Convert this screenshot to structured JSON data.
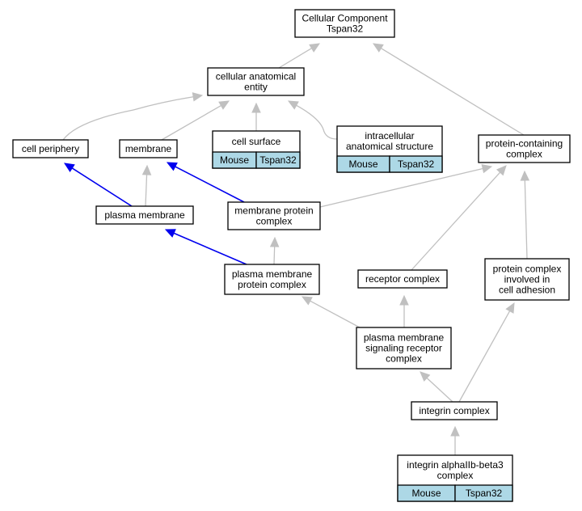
{
  "colors": {
    "node_border": "#000000",
    "annotation_fill": "#add8e6",
    "edge_is_a": "#c0c0c0",
    "edge_part_of": "#0000ee"
  },
  "nodes": {
    "cellular_component": {
      "lines": [
        "Cellular Component",
        "Tspan32"
      ]
    },
    "cellular_anatomical_entity": {
      "lines": [
        "cellular anatomical",
        "entity"
      ]
    },
    "cell_periphery": {
      "lines": [
        "cell periphery"
      ]
    },
    "membrane": {
      "lines": [
        "membrane"
      ]
    },
    "cell_surface": {
      "lines": [
        "cell surface"
      ],
      "annotation": {
        "species": "Mouse",
        "gene": "Tspan32"
      }
    },
    "intracellular_anatomical_structure": {
      "lines": [
        "intracellular",
        "anatomical structure"
      ],
      "annotation": {
        "species": "Mouse",
        "gene": "Tspan32"
      }
    },
    "protein_containing_complex": {
      "lines": [
        "protein-containing",
        "complex"
      ]
    },
    "plasma_membrane": {
      "lines": [
        "plasma membrane"
      ]
    },
    "membrane_protein_complex": {
      "lines": [
        "membrane protein",
        "complex"
      ]
    },
    "plasma_membrane_protein_complex": {
      "lines": [
        "plasma membrane",
        "protein complex"
      ]
    },
    "receptor_complex": {
      "lines": [
        "receptor complex"
      ]
    },
    "protein_complex_cell_adhesion": {
      "lines": [
        "protein complex",
        "involved in",
        "cell adhesion"
      ]
    },
    "plasma_membrane_signaling_receptor_complex": {
      "lines": [
        "plasma membrane",
        "signaling receptor",
        "complex"
      ]
    },
    "integrin_complex": {
      "lines": [
        "integrin complex"
      ]
    },
    "integrin_alphaIIb_beta3_complex": {
      "lines": [
        "integrin alphaIIb-beta3",
        "complex"
      ],
      "annotation": {
        "species": "Mouse",
        "gene": "Tspan32"
      }
    }
  },
  "edges": [
    {
      "from": "cellular_anatomical_entity",
      "to": "cellular_component",
      "type": "is_a"
    },
    {
      "from": "protein_containing_complex",
      "to": "cellular_component",
      "type": "is_a"
    },
    {
      "from": "cell_periphery",
      "to": "cellular_anatomical_entity",
      "type": "is_a"
    },
    {
      "from": "membrane",
      "to": "cellular_anatomical_entity",
      "type": "is_a"
    },
    {
      "from": "cell_surface",
      "to": "cellular_anatomical_entity",
      "type": "is_a"
    },
    {
      "from": "intracellular_anatomical_structure",
      "to": "cellular_anatomical_entity",
      "type": "is_a"
    },
    {
      "from": "plasma_membrane",
      "to": "cell_periphery",
      "type": "part_of"
    },
    {
      "from": "plasma_membrane",
      "to": "membrane",
      "type": "is_a"
    },
    {
      "from": "membrane_protein_complex",
      "to": "membrane",
      "type": "part_of"
    },
    {
      "from": "membrane_protein_complex",
      "to": "protein_containing_complex",
      "type": "is_a"
    },
    {
      "from": "plasma_membrane_protein_complex",
      "to": "plasma_membrane",
      "type": "part_of"
    },
    {
      "from": "plasma_membrane_protein_complex",
      "to": "membrane_protein_complex",
      "type": "is_a"
    },
    {
      "from": "receptor_complex",
      "to": "protein_containing_complex",
      "type": "is_a"
    },
    {
      "from": "protein_complex_cell_adhesion",
      "to": "protein_containing_complex",
      "type": "is_a"
    },
    {
      "from": "plasma_membrane_signaling_receptor_complex",
      "to": "plasma_membrane_protein_complex",
      "type": "is_a"
    },
    {
      "from": "plasma_membrane_signaling_receptor_complex",
      "to": "receptor_complex",
      "type": "is_a"
    },
    {
      "from": "integrin_complex",
      "to": "plasma_membrane_signaling_receptor_complex",
      "type": "is_a"
    },
    {
      "from": "integrin_complex",
      "to": "protein_complex_cell_adhesion",
      "type": "is_a"
    },
    {
      "from": "integrin_alphaIIb_beta3_complex",
      "to": "integrin_complex",
      "type": "is_a"
    }
  ]
}
